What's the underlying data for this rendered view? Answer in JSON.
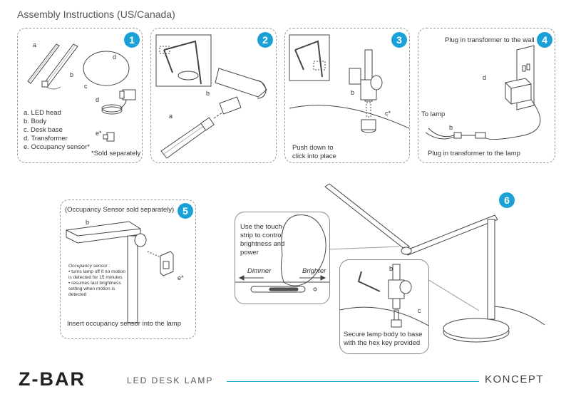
{
  "header": {
    "title": "Assembly Instructions (US/Canada)"
  },
  "panel1": {
    "step": "1",
    "labels": {
      "a": "a",
      "b": "b",
      "c": "c",
      "d_top": "d",
      "d": "d",
      "e": "e*"
    },
    "items": [
      "a. LED head",
      "b. Body",
      "c. Desk base",
      "d. Transformer",
      "e. Occupancy sensor*"
    ],
    "note": "*Sold separately"
  },
  "panel2": {
    "step": "2",
    "labels": {
      "a": "a",
      "b": "b"
    }
  },
  "panel3": {
    "step": "3",
    "labels": {
      "b": "b",
      "c": "c*"
    },
    "caption_line1": "Push down to",
    "caption_line2": "click into place"
  },
  "panel4": {
    "step": "4",
    "top_caption": "Plug in transformer to the wall",
    "labels": {
      "d": "d",
      "b": "b"
    },
    "to_lamp": "To lamp",
    "bottom_caption": "Plug in transformer to the lamp"
  },
  "panel5": {
    "step": "5",
    "header_note": "(Occupancy Sensor sold separately)",
    "labels": {
      "b": "b",
      "e": "e*"
    },
    "sensor_title": "Occupancy sensor :",
    "sensor_bullets": [
      "turns lamp off if no motion is detected for 15 minutes",
      "resumes last brightness setting when motion is detected"
    ],
    "caption": "Insert occupancy sensor into the lamp"
  },
  "panel6": {
    "step": "6",
    "touch_lines": [
      "Use the touch-",
      "strip to control",
      "brightness and",
      "power"
    ],
    "dimmer": "Dimmer",
    "brighter": "Brighter",
    "labels": {
      "b": "b",
      "c": "c"
    },
    "caption_line1": "Secure lamp body to base",
    "caption_line2": "with the hex key provided"
  },
  "footer": {
    "logo": "Z-BAR",
    "subtitle": "LED DESK LAMP",
    "brand": "KONCEPT"
  },
  "colors": {
    "accent": "#1ba1d6"
  }
}
